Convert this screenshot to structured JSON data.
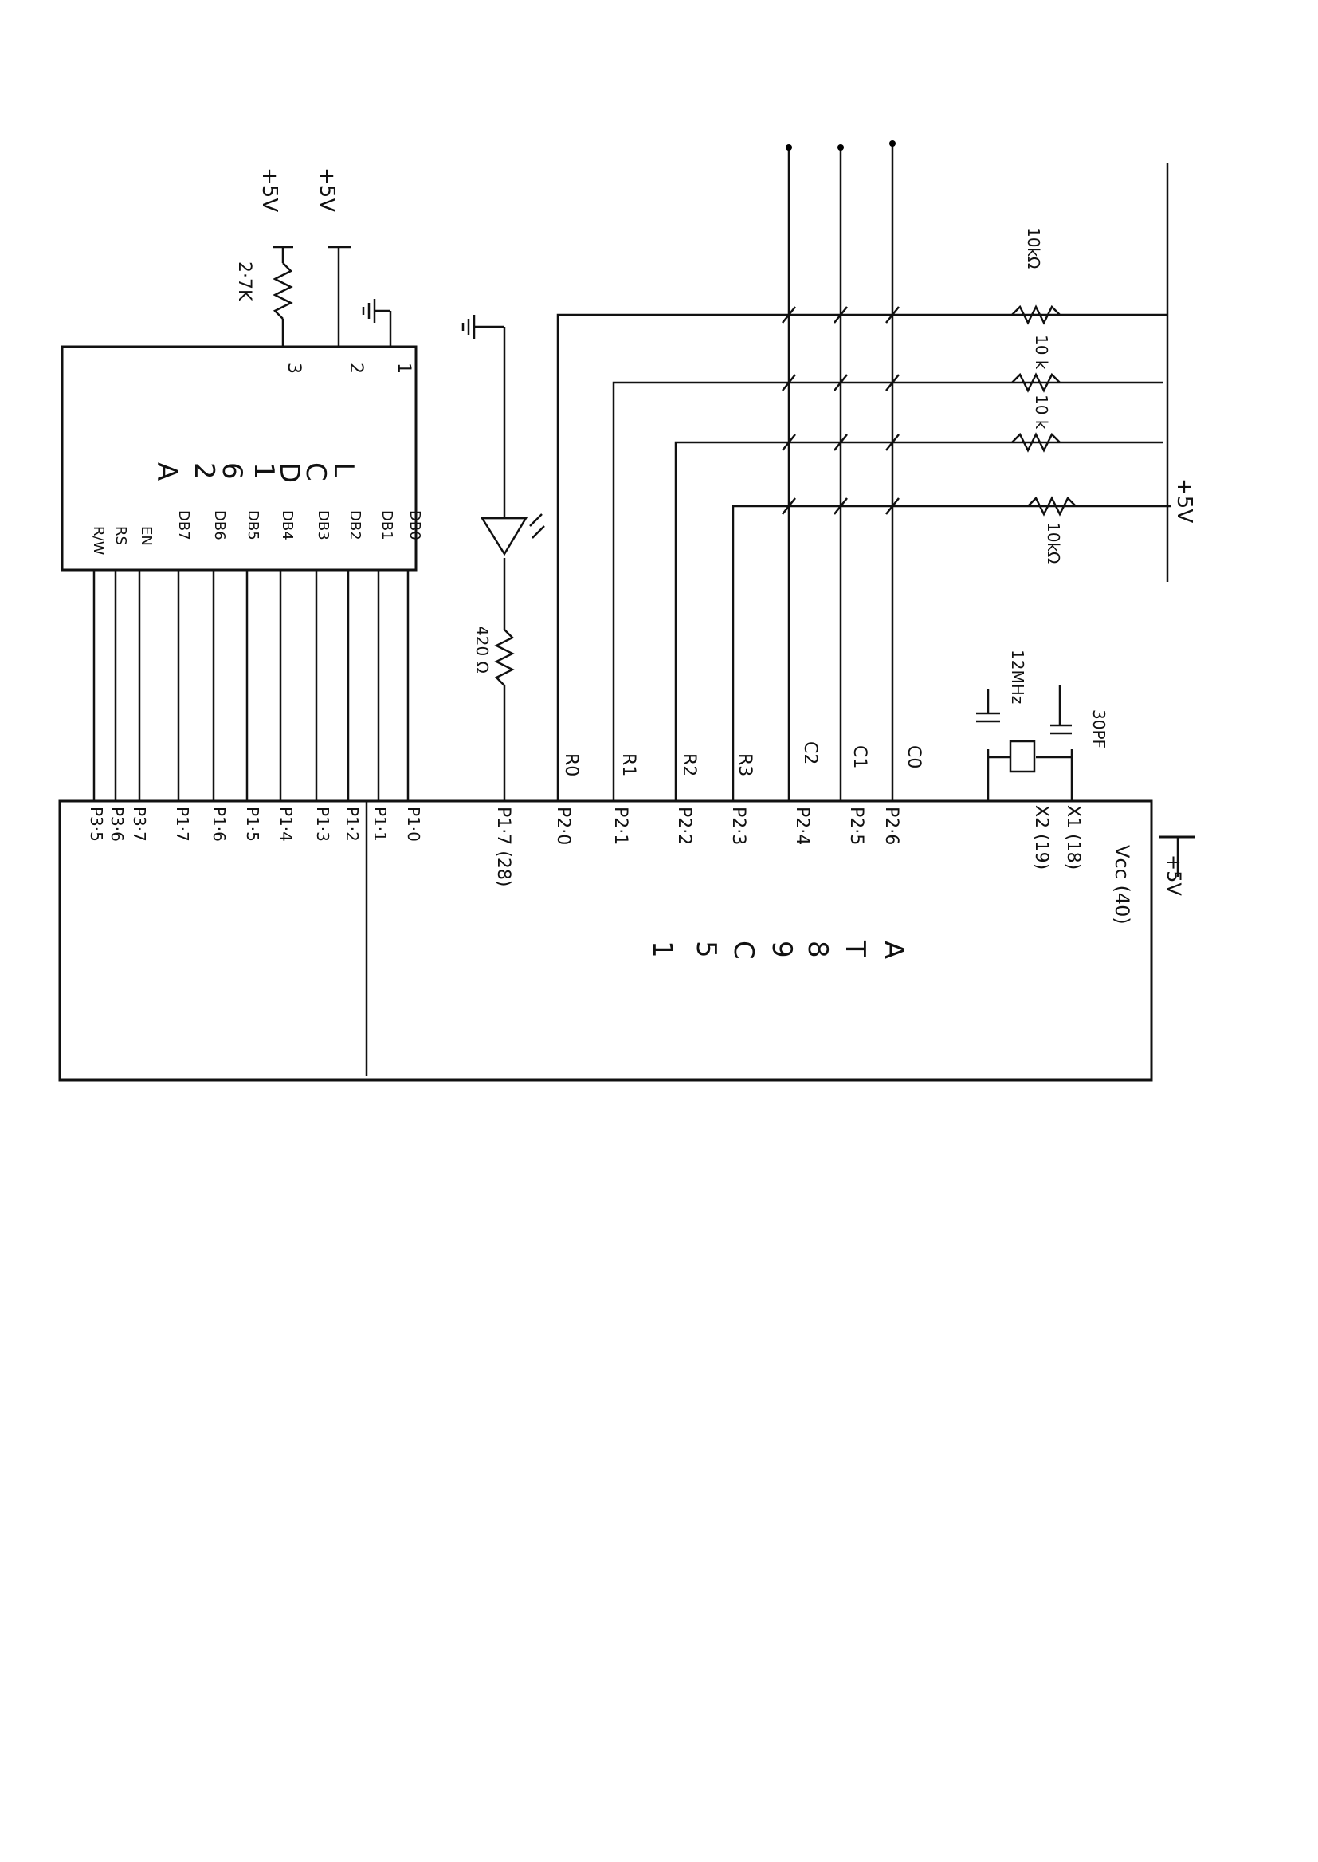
{
  "mcu": {
    "name": [
      "A",
      "T",
      "8",
      "9",
      "C",
      "5",
      "1"
    ],
    "vcc": "Vcc (40)",
    "vcc_supply": "+5V",
    "x1": "X1 (18)",
    "x2": "X2 (19)",
    "port1": [
      "P1·0",
      "P1·1",
      "P1·2",
      "P1·3",
      "P1·4",
      "P1·5",
      "P1·6",
      "P1·7"
    ],
    "port2_cols": [
      "P2·6",
      "P2·5",
      "P2·4"
    ],
    "port2_rows": [
      "P2·3",
      "P2·2",
      "P2·1",
      "P2·0"
    ],
    "p17_led": "P1·7 (28)",
    "port3": [
      "P3·7",
      "P3·6",
      "P3·5"
    ]
  },
  "lcd": {
    "name": [
      "L",
      "C",
      "D",
      "1",
      "6",
      "2",
      "A"
    ],
    "pins": [
      "1",
      "2",
      "3"
    ],
    "supply1": "+5V",
    "supply2": "+5V",
    "pot": "2·7K",
    "data": [
      "DB0",
      "DB1",
      "DB2",
      "DB3",
      "DB4",
      "DB5",
      "DB6",
      "DB7"
    ],
    "control": [
      "EN",
      "RS",
      "R/W"
    ]
  },
  "led": {
    "resistor": "420 Ω"
  },
  "crystal": {
    "freq": "12MHz",
    "cap": "30PF"
  },
  "keypad": {
    "rows": [
      "R3",
      "R2",
      "R1",
      "R0"
    ],
    "cols": [
      "C2",
      "C1",
      "C0"
    ],
    "resistors": [
      "10kΩ",
      "10\nk",
      "10\nk",
      "10kΩ"
    ],
    "supply": "+5V"
  }
}
